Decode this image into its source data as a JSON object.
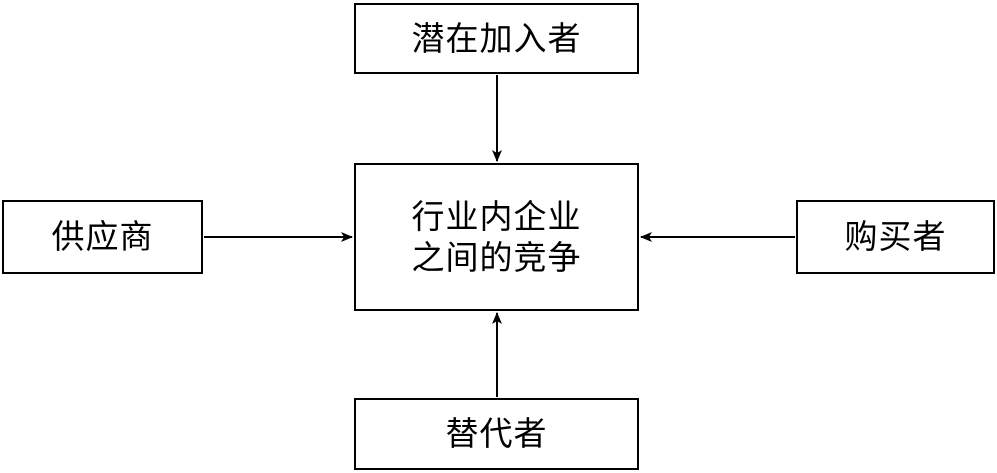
{
  "diagram": {
    "nodes": {
      "top": "潜在加入者",
      "left": "供应商",
      "center_line1": "行业内企业",
      "center_line2": "之间的竞争",
      "right": "购买者",
      "bottom": "替代者"
    },
    "edges": [
      {
        "from": "top",
        "to": "center"
      },
      {
        "from": "left",
        "to": "center"
      },
      {
        "from": "right",
        "to": "center"
      },
      {
        "from": "bottom",
        "to": "center"
      }
    ],
    "colors": {
      "stroke": "#000000",
      "background": "#ffffff"
    }
  }
}
